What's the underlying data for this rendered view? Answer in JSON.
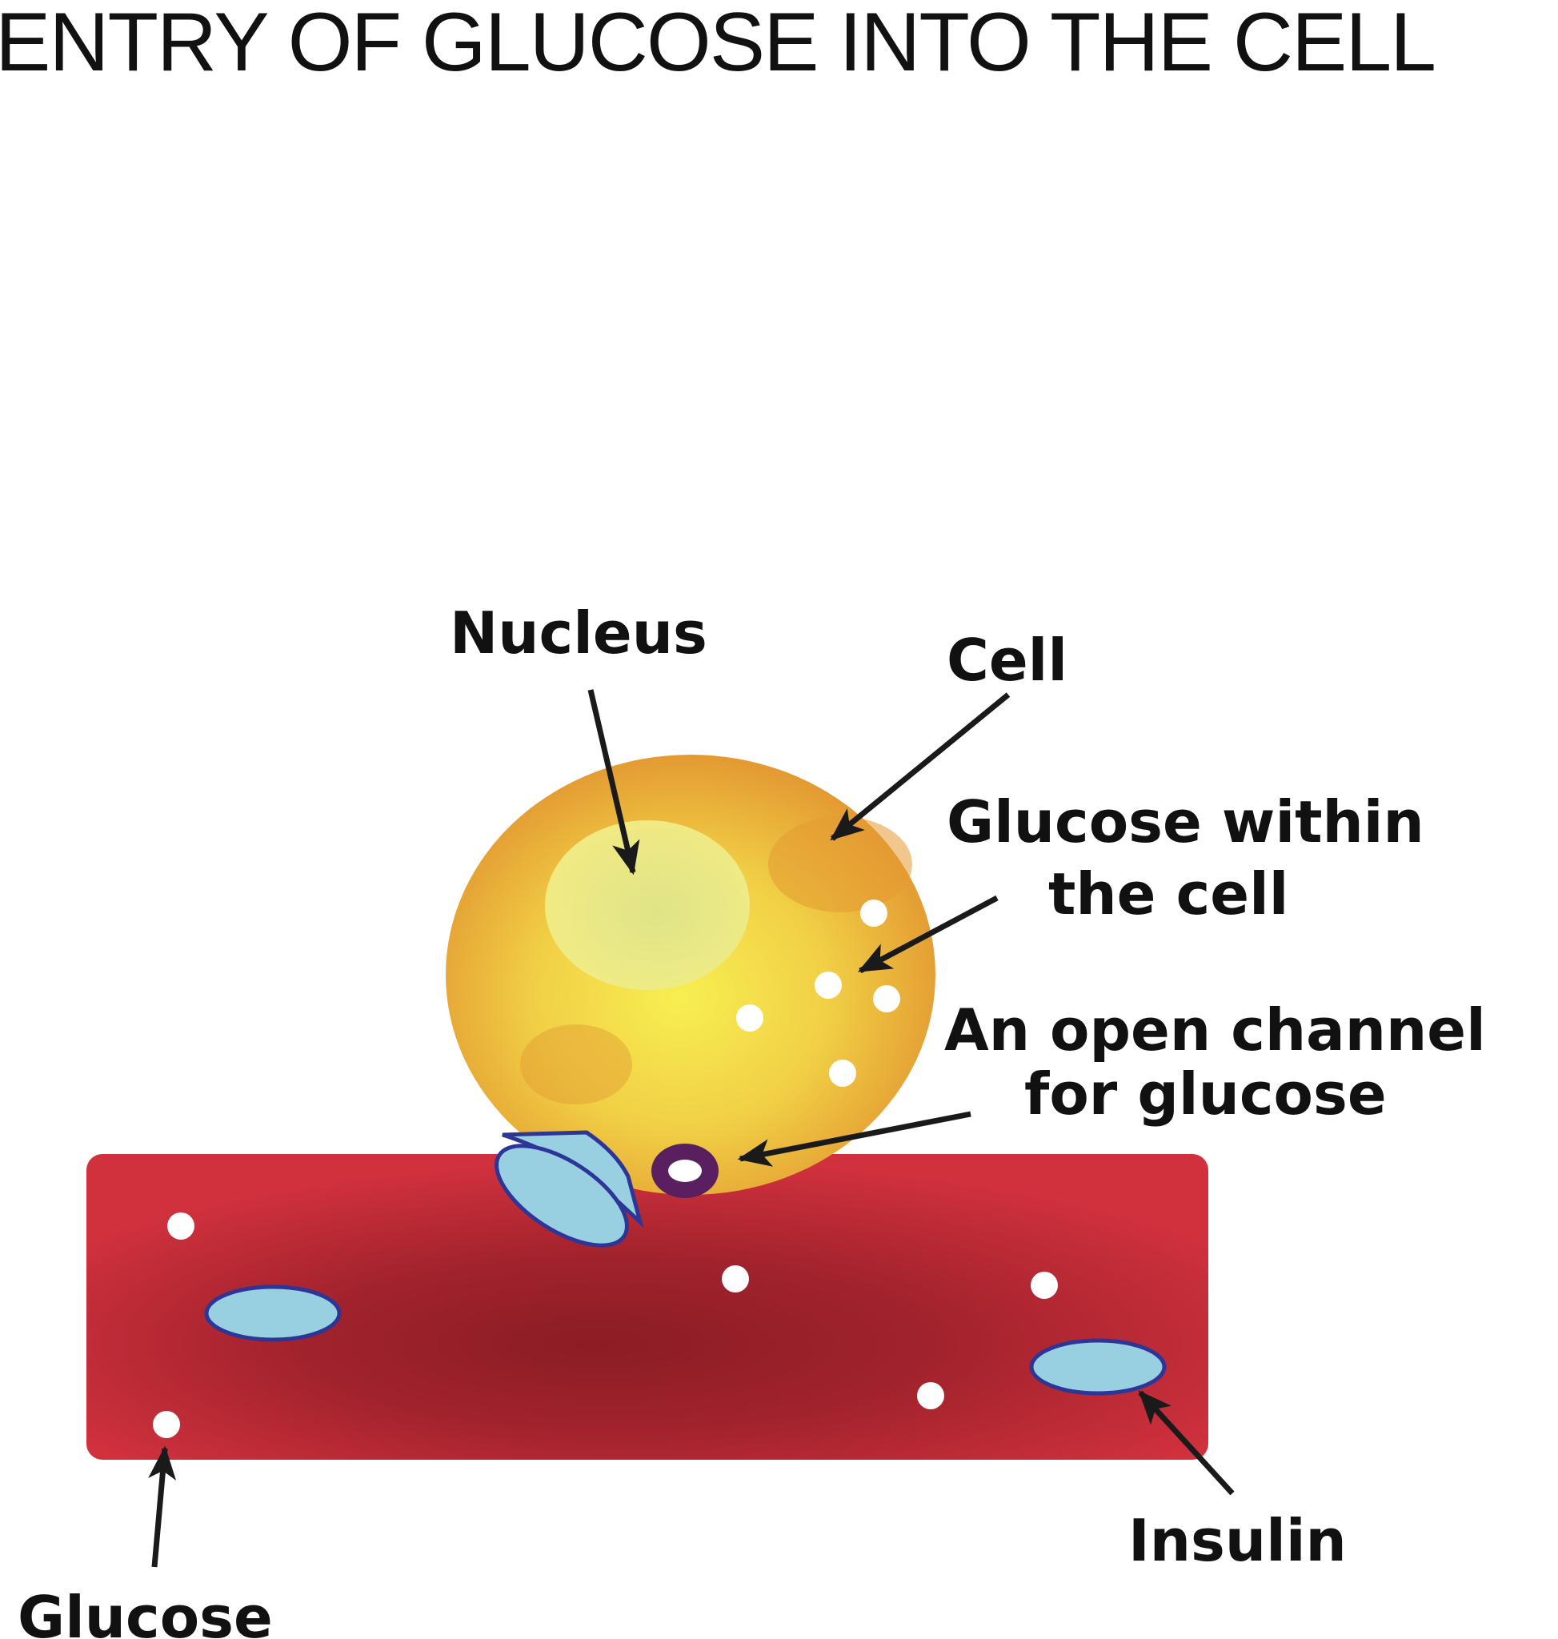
{
  "title": "ENTRY OF GLUCOSE INTO THE CELL",
  "labels": {
    "nucleus": "Nucleus",
    "cell": "Cell",
    "glucose_within_line1": "Glucose within",
    "glucose_within_line2": "the cell",
    "open_channel_line1": "An open channel",
    "open_channel_line2": "for glucose",
    "insulin": "Insulin",
    "glucose": "Glucose"
  },
  "colors": {
    "vessel_red": "#d0313d",
    "vessel_dark": "#8e1f26",
    "cell_orange": "#e39a32",
    "cell_yellow": "#f6ee4e",
    "nucleus": "#e8ec8e",
    "insulin_fill": "#99d0e1",
    "insulin_outline": "#2d3596",
    "channel": "#5a1f5f",
    "glucose": "#ffffff",
    "arrow": "#1a1a1a"
  }
}
